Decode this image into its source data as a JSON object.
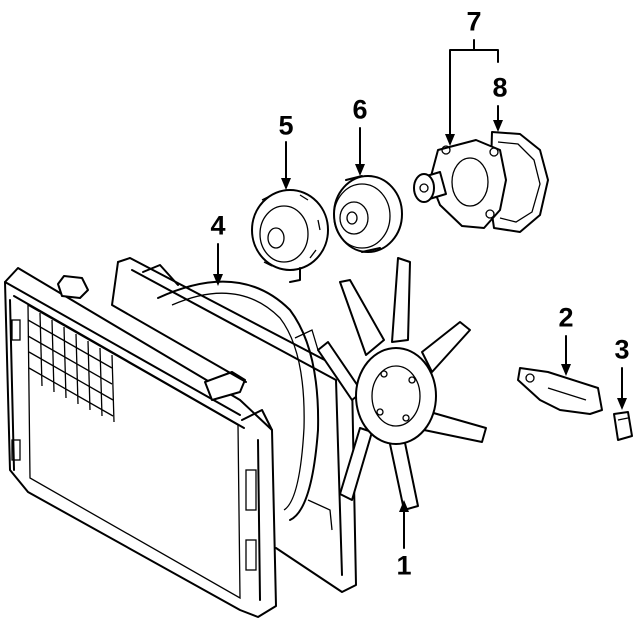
{
  "colors": {
    "ink": "#000000",
    "paper": "#ffffff"
  },
  "callouts": [
    {
      "id": "1",
      "text": "1",
      "part": "fan-blade"
    },
    {
      "id": "2",
      "text": "2",
      "part": "bracket"
    },
    {
      "id": "3",
      "text": "3",
      "part": "clip"
    },
    {
      "id": "4",
      "text": "4",
      "part": "fan-shroud"
    },
    {
      "id": "5",
      "text": "5",
      "part": "fan-clutch"
    },
    {
      "id": "6",
      "text": "6",
      "part": "pulley"
    },
    {
      "id": "7",
      "text": "7",
      "part": "water-pump-assembly"
    },
    {
      "id": "8",
      "text": "8",
      "part": "water-pump-gasket"
    }
  ]
}
